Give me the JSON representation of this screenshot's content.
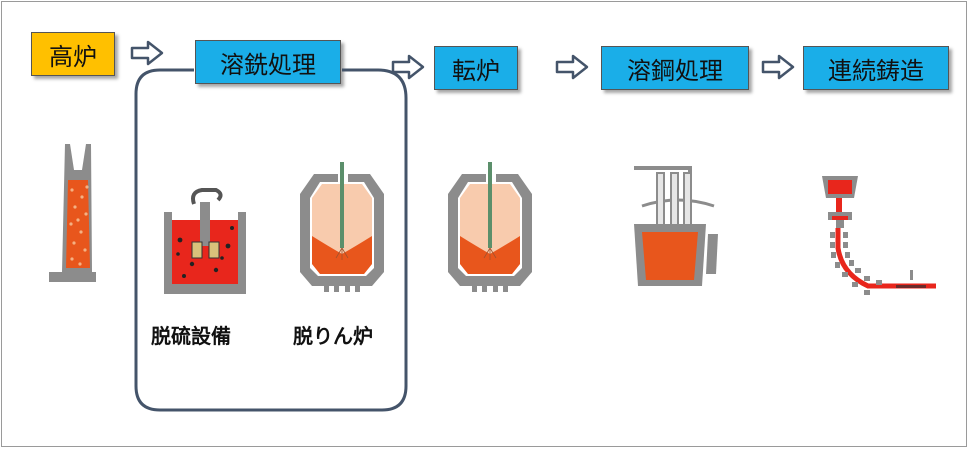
{
  "stages": {
    "blast_furnace": "高炉",
    "hot_metal_treatment": "溶銑処理",
    "converter": "転炉",
    "molten_steel_treatment": "溶鋼処理",
    "continuous_casting": "連続鋳造"
  },
  "equipment": {
    "desulfurization": "脱硫設備",
    "dephosphorization": "脱りん炉"
  },
  "colors": {
    "stage_box": "#1aaee8",
    "blast_furnace_box": "#ffc000",
    "molten_metal": "#e8341c",
    "refractory": "#8c8c8c"
  },
  "icons": [
    "arrow-right-icon",
    "blast-furnace-icon",
    "desulfurization-vessel-icon",
    "converter-icon",
    "ladle-vacuum-icon",
    "continuous-caster-icon"
  ]
}
